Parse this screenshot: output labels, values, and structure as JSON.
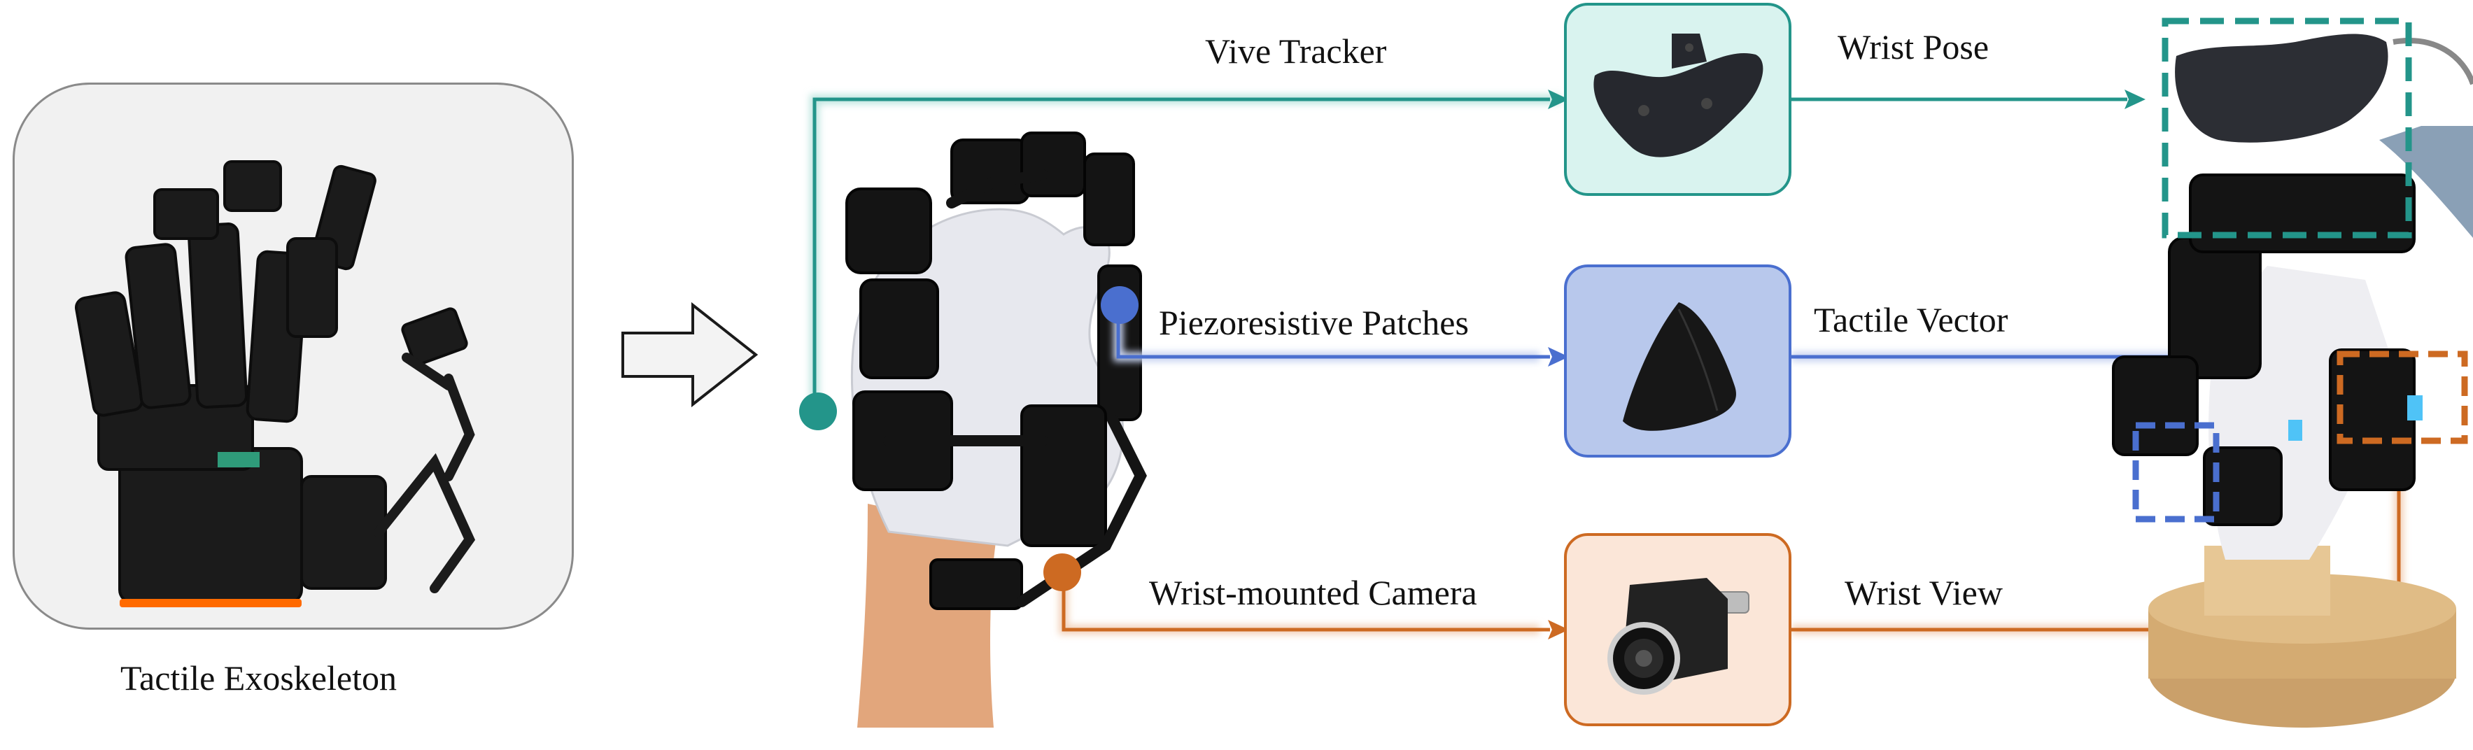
{
  "left_panel": {
    "caption": "Tactile Exoskeleton",
    "photo": "tactile-exoskeleton-device"
  },
  "center": {
    "photo": "hand-wearing-exoskeleton-glove"
  },
  "branches": [
    {
      "id": "tracker",
      "source_label": "Vive Tracker",
      "output_label": "Wrist Pose",
      "icon": "vive-tracker",
      "color": "#23958a",
      "box_fill": "#d9f3ef"
    },
    {
      "id": "tactile",
      "source_label": "Piezoresistive Patches",
      "output_label": "Tactile Vector",
      "icon": "fabric-fingertip-patch",
      "color": "#4a6fcf",
      "box_fill": "#b8c8ec"
    },
    {
      "id": "camera",
      "source_label": "Wrist-mounted Camera",
      "output_label": "Wrist View",
      "icon": "wrist-camera",
      "color": "#cd6a22",
      "box_fill": "#fbe6d8"
    }
  ],
  "right": {
    "photo": "robot-hand-with-sensors"
  },
  "colors": {
    "arrow_block": "#f2f2f2",
    "panel_border": "#888888",
    "panel_fill": "#f2f2f2"
  }
}
